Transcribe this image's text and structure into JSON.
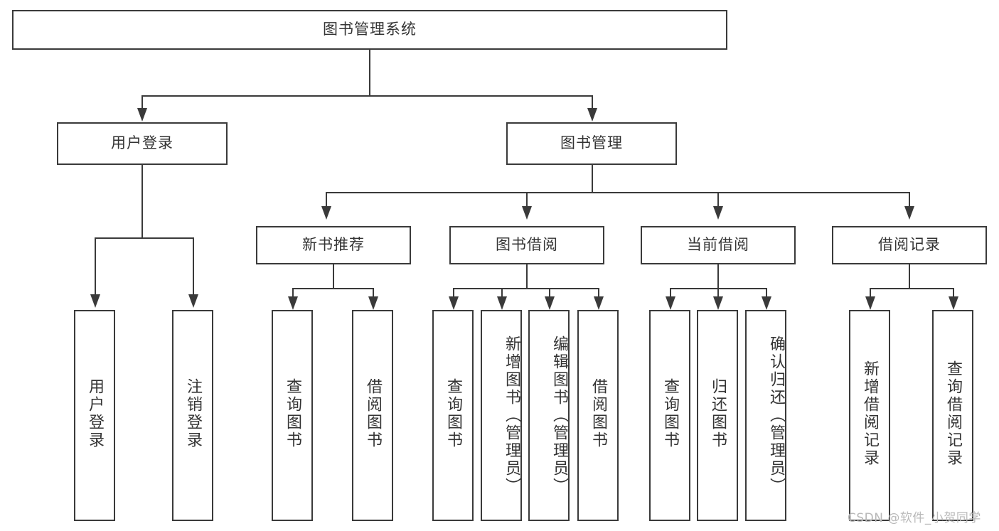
{
  "diagram": {
    "type": "tree-hierarchy",
    "title": "图书管理系统",
    "orientation": "top-down",
    "colors": {
      "box_border": "#3a3a3a",
      "box_fill": "#ffffff",
      "text": "#333333",
      "connector": "#3a3a3a",
      "watermark": "#b9b9b9",
      "background": "#ffffff"
    },
    "root": {
      "label": "图书管理系统",
      "children": [
        {
          "label": "用户登录",
          "children": [
            {
              "label": "用户登录"
            },
            {
              "label": "注销登录"
            }
          ]
        },
        {
          "label": "图书管理",
          "children": [
            {
              "label": "新书推荐",
              "children": [
                {
                  "label": "查询图书"
                },
                {
                  "label": "借阅图书"
                }
              ]
            },
            {
              "label": "图书借阅",
              "children": [
                {
                  "label": "查询图书"
                },
                {
                  "label": "新增图书（管理员）"
                },
                {
                  "label": "编辑图书（管理员）"
                },
                {
                  "label": "借阅图书"
                }
              ]
            },
            {
              "label": "当前借阅",
              "children": [
                {
                  "label": "查询图书"
                },
                {
                  "label": "归还图书"
                },
                {
                  "label": "确认归还（管理员）"
                }
              ]
            },
            {
              "label": "借阅记录",
              "children": [
                {
                  "label": "新增借阅记录"
                },
                {
                  "label": "查询借阅记录"
                }
              ]
            }
          ]
        }
      ]
    }
  },
  "watermark": {
    "text": "CSDN @软件_小贺同学"
  }
}
